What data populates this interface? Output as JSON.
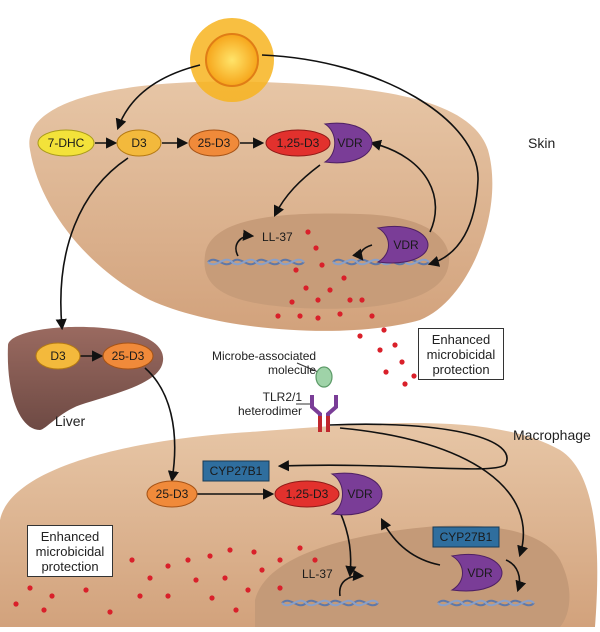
{
  "regions": {
    "skin": "Skin",
    "liver": "Liver",
    "macrophage": "Macrophage"
  },
  "molecules": {
    "dhc7": "7-DHC",
    "d3": "D3",
    "d25": "25-D3",
    "d125": "1,25-D3",
    "vdr": "VDR",
    "ll37": "LL-37",
    "cyp": "CYP27B1"
  },
  "labels": {
    "microbe": [
      "Microbe-associated",
      "molecule"
    ],
    "tlr": [
      "TLR2/1",
      "heterodimer"
    ]
  },
  "outcome": [
    "Enhanced",
    "microbicidal",
    "protection"
  ],
  "colors": {
    "cell": "#d9b18e",
    "nucleus": "#c49a78",
    "liver": "#8a5f55",
    "yellow_node": "#f3e23a",
    "orange_node": "#f2a13c",
    "red_node": "#e23a32",
    "vdr": "#7a3d97",
    "cyp": "#2f6e9e",
    "dots": "#d9202a",
    "dna": "#6f86b3"
  }
}
